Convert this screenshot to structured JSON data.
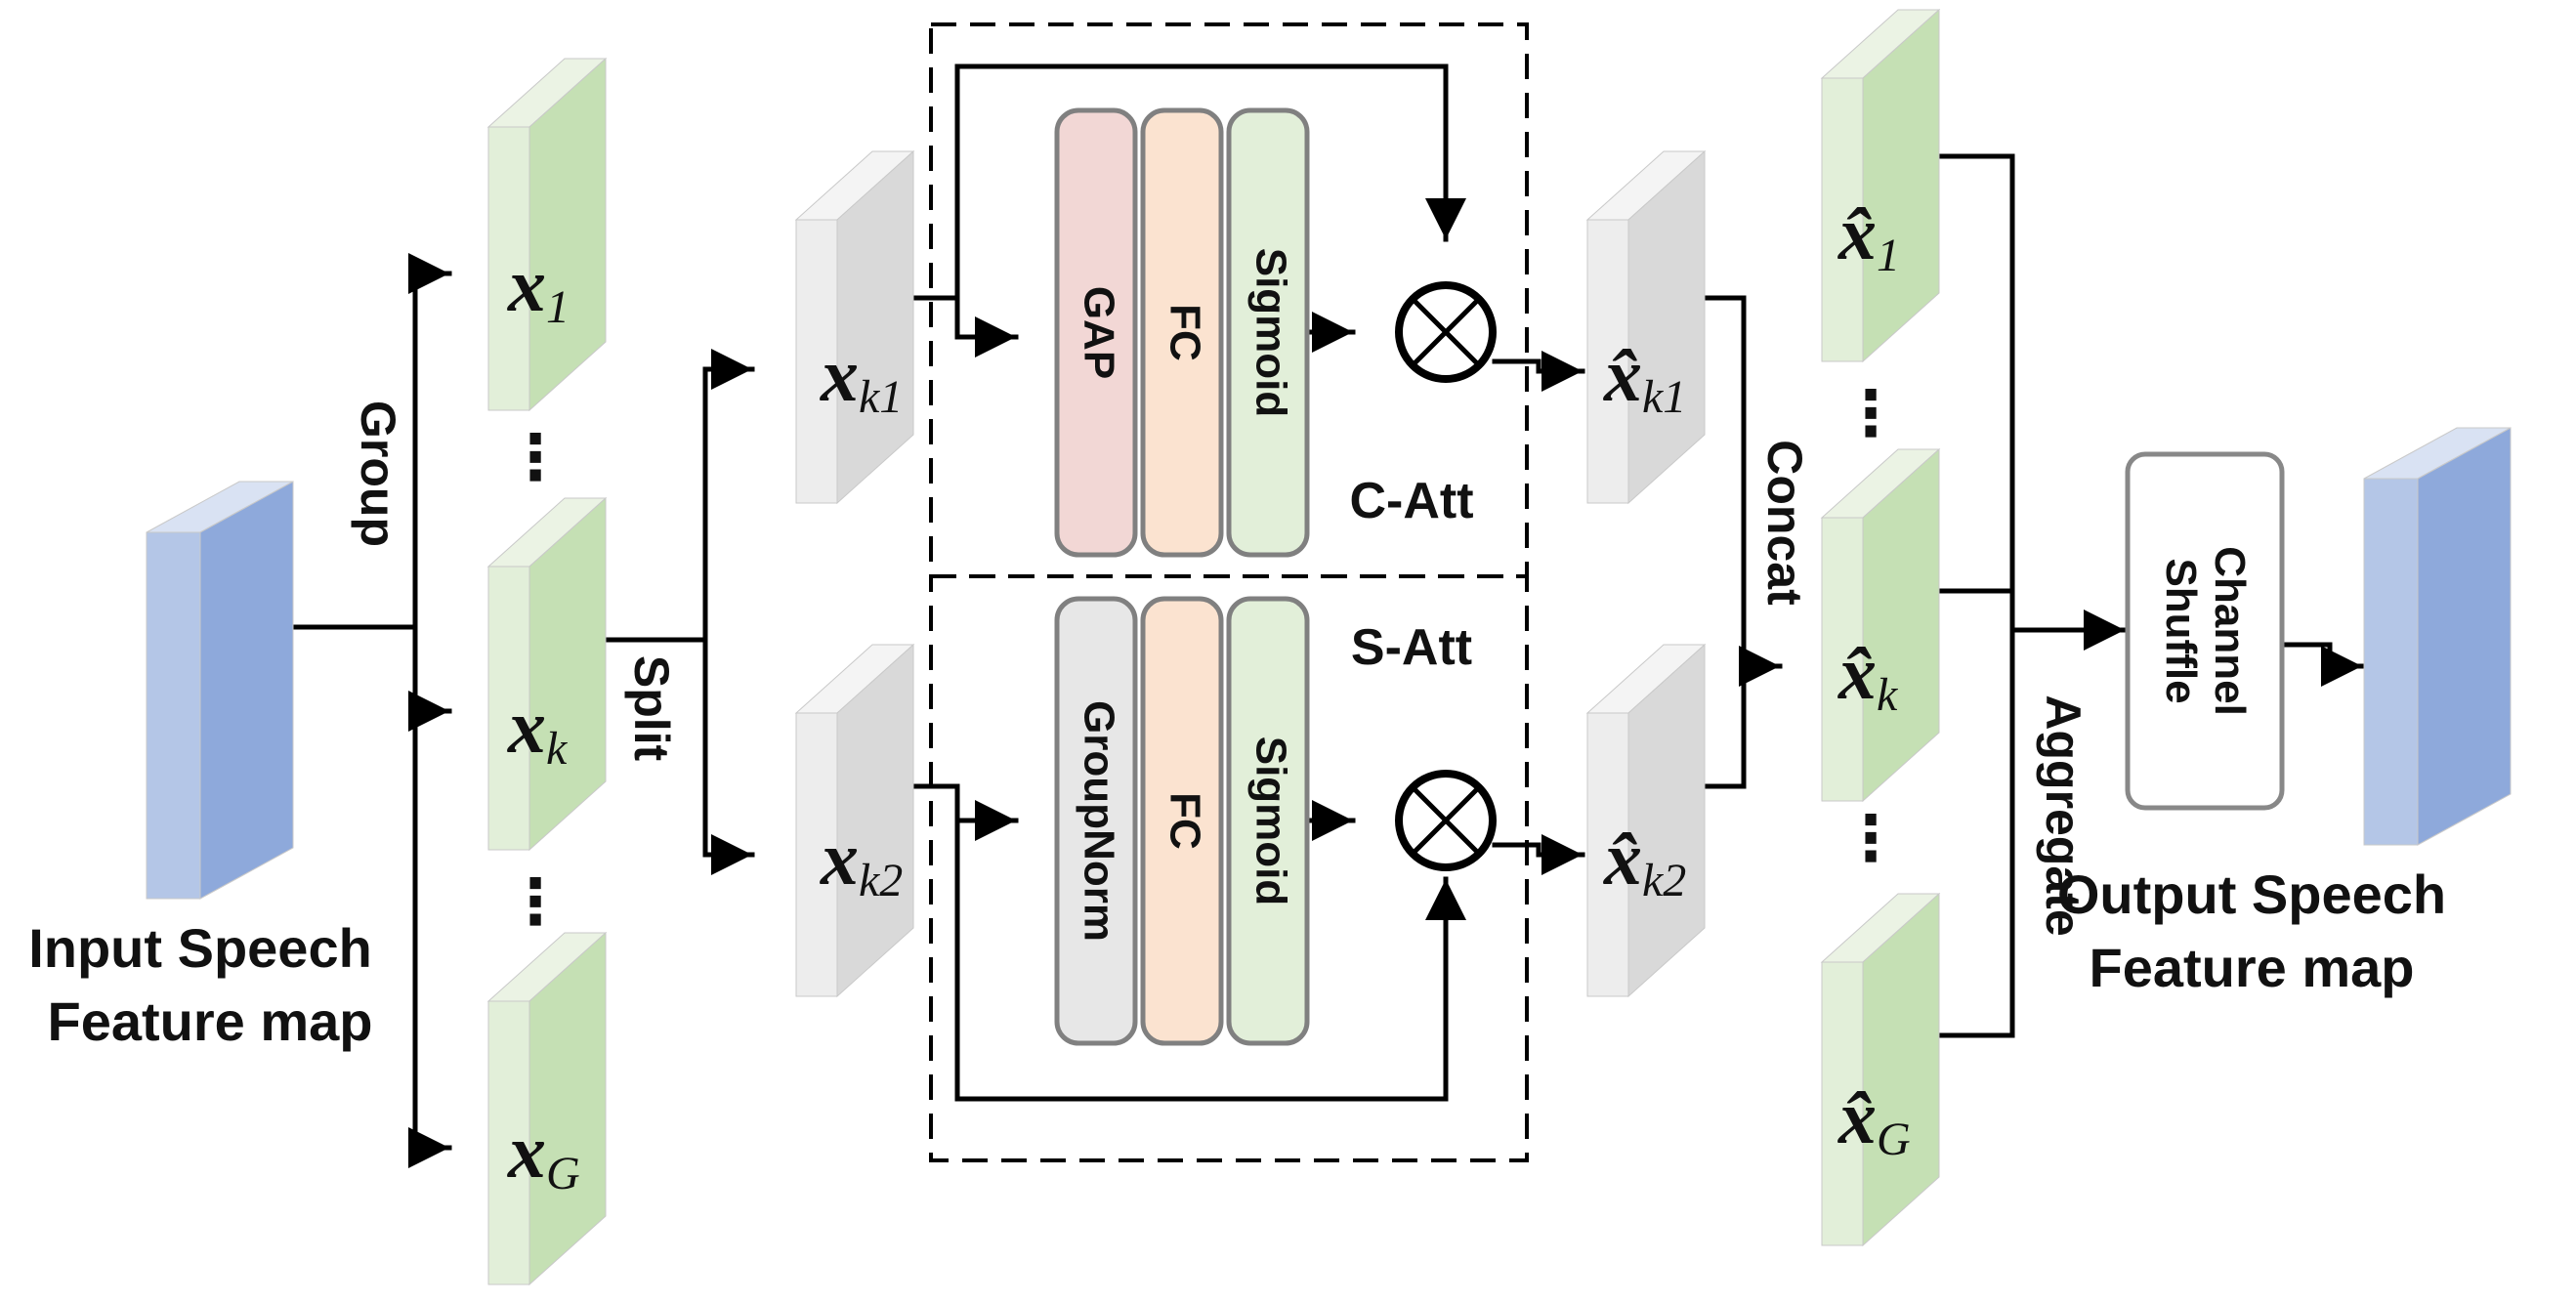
{
  "colors": {
    "blue_face": "#8ea9db",
    "blue_side": "#b4c6e7",
    "blue_top": "#d9e2f3",
    "green_face": "#c5e0b4",
    "green_side": "#e2efd9",
    "green_top": "#ebf3e4",
    "gray_face": "#d9d9d9",
    "gray_side": "#ededed",
    "gray_top": "#f4f4f4",
    "gap_fill": "#f2d7d5",
    "fc_fill": "#fbe3d0",
    "sigmoid_fill": "#e2efd9",
    "groupnorm_fill": "#e7e7e7"
  },
  "labels": {
    "input": [
      "Input Speech",
      "Feature map"
    ],
    "output": [
      "Output Speech",
      "Feature map"
    ],
    "group": "Group",
    "split": "Split",
    "concat": "Concat",
    "aggregate": "Aggregate",
    "c_att": "C-Att",
    "s_att": "S-Att",
    "channel_shuffle": [
      "Channel",
      "Shuffle"
    ],
    "ellipsis": "⋮"
  },
  "c_att_blocks": [
    "GAP",
    "FC",
    "Sigmoid"
  ],
  "s_att_blocks": [
    "GroupNorm",
    "FC",
    "Sigmoid"
  ],
  "variables": {
    "x1": {
      "base": "x",
      "sub": "1"
    },
    "xk": {
      "base": "x",
      "sub": "k"
    },
    "xG": {
      "base": "x",
      "sub": "G"
    },
    "xk1": {
      "base": "x",
      "sub": "k1"
    },
    "xk2": {
      "base": "x",
      "sub": "k2"
    },
    "xhat_k1": {
      "base": "x̂",
      "sub": "k1"
    },
    "xhat_k2": {
      "base": "x̂",
      "sub": "k2"
    },
    "xhat_1": {
      "base": "x̂",
      "sub": "1"
    },
    "xhat_k": {
      "base": "x̂",
      "sub": "k"
    },
    "xhat_G": {
      "base": "x̂",
      "sub": "G"
    }
  },
  "icons": {
    "multiply": "multiply-icon"
  }
}
